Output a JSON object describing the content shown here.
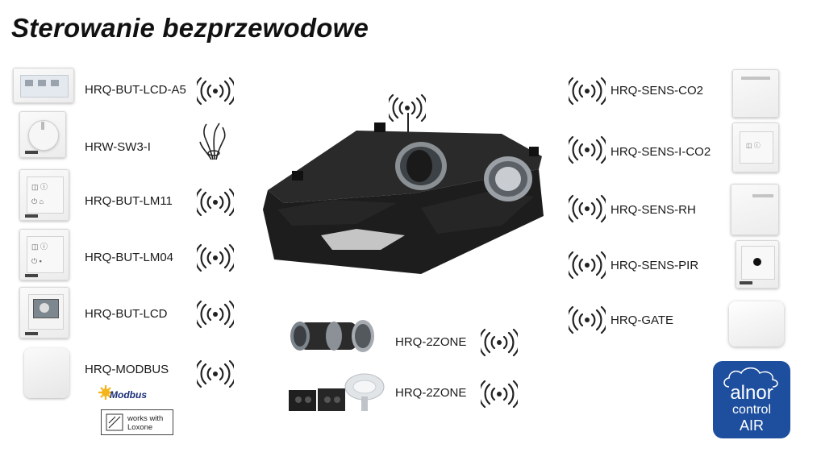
{
  "page": {
    "title": "Sterowanie bezprzewodowe"
  },
  "left_devices": [
    {
      "label": "HRQ-BUT-LCD-A5",
      "connection": "wireless"
    },
    {
      "label": "HRW-SW3-I",
      "connection": "wired"
    },
    {
      "label": "HRQ-BUT-LM11",
      "connection": "wireless"
    },
    {
      "label": "HRQ-BUT-LM04",
      "connection": "wireless"
    },
    {
      "label": "HRQ-BUT-LCD",
      "connection": "wireless"
    },
    {
      "label": "HRQ-MODBUS",
      "connection": "wireless"
    }
  ],
  "right_devices": [
    {
      "label": "HRQ-SENS-CO2",
      "connection": "wireless"
    },
    {
      "label": "HRQ-SENS-I-CO2",
      "connection": "wireless"
    },
    {
      "label": "HRQ-SENS-RH",
      "connection": "wireless"
    },
    {
      "label": "HRQ-SENS-PIR",
      "connection": "wireless"
    },
    {
      "label": "HRQ-GATE",
      "connection": "wireless"
    }
  ],
  "zone_devices": [
    {
      "label": "HRQ-2ZONE",
      "connection": "wireless"
    },
    {
      "label": "HRQ-2ZONE",
      "connection": "wireless"
    }
  ],
  "badges": {
    "modbus": "Modbus",
    "loxone_line1": "works with",
    "loxone_line2": "Loxone"
  },
  "brand": {
    "line1": "alnor",
    "line2": "control",
    "line3": "AIR",
    "color": "#1d4f9e"
  },
  "icons": {
    "wireless": "wireless-signal-icon",
    "wired": "wire-cable-icon"
  }
}
